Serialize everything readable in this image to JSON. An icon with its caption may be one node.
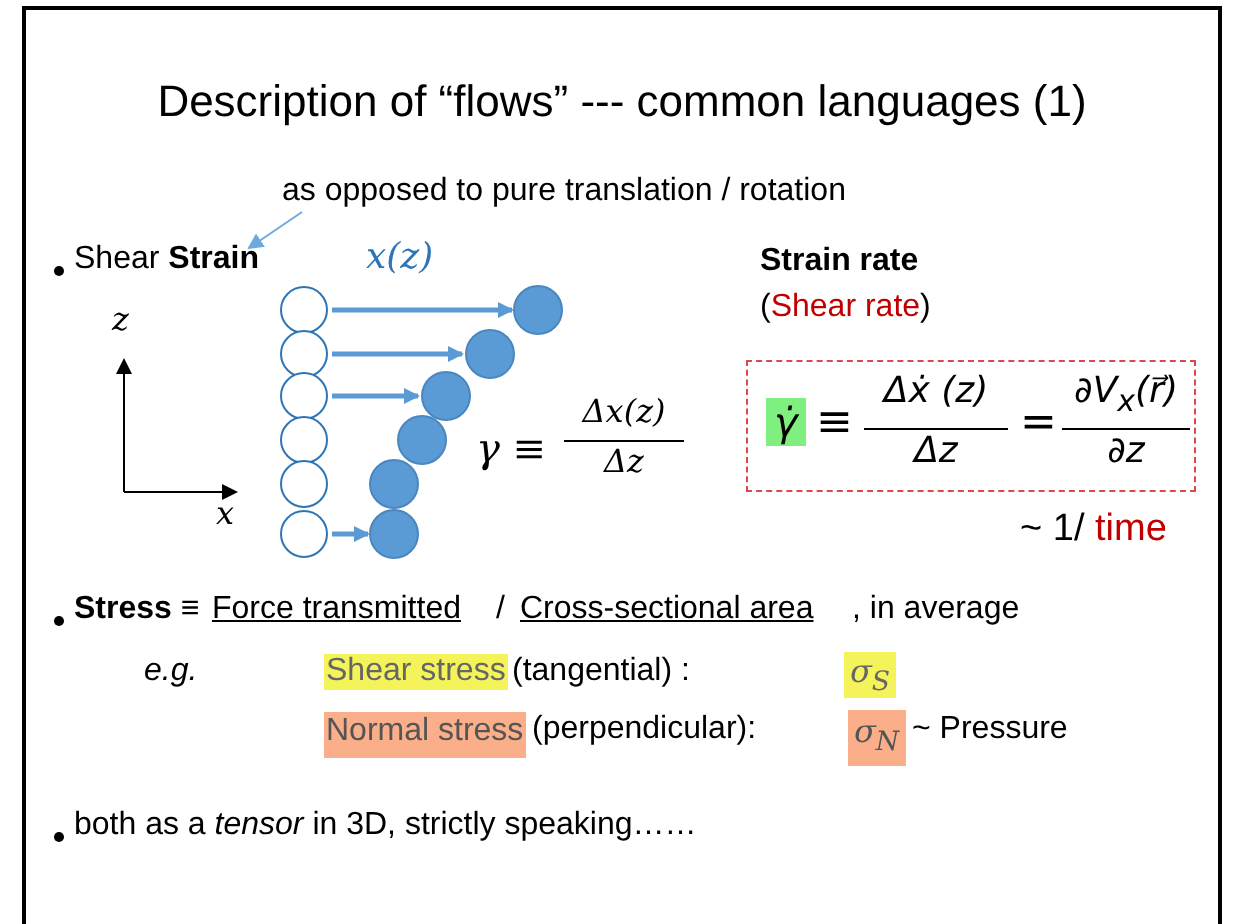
{
  "diagram": {
    "title": "Description of “flows” --- common languages (1)",
    "nodes": [
      {
        "text": [
          "as opposed to pure translation / rotation"
        ]
      },
      {
        "text": [
          "Shear **Strain**"
        ]
      },
      {
        "text": [
          "γ̇",
          "≡",
          "Δẋ (z)",
          "Δz",
          "=",
          "∂V$_{x}$(r⃗)",
          "∂z"
        ],
        "beside": [
          "~ 1/ time"
        ]
      }
    ],
    "edges": [
      {
        "from": 0,
        "to": 1,
        "arrow": "to"
      }
    ],
    "labels": [
      "x(z)",
      "Strain rate",
      "(Shear rate)",
      "z",
      "γ ≡",
      "Δx(z)",
      "Δz",
      "x",
      "**Stress** ≡",
      "Force transmitted",
      "/",
      "Cross-sectional area",
      ", in average",
      "e.g.",
      "Shear stress",
      "(tangential) :",
      "σ$_{S}$",
      "Normal stress",
      "(perpendicular):",
      "σ$_{N}$",
      "~ Pressure",
      "both as a *tensor* in 3D, strictly speaking……"
    ]
  }
}
